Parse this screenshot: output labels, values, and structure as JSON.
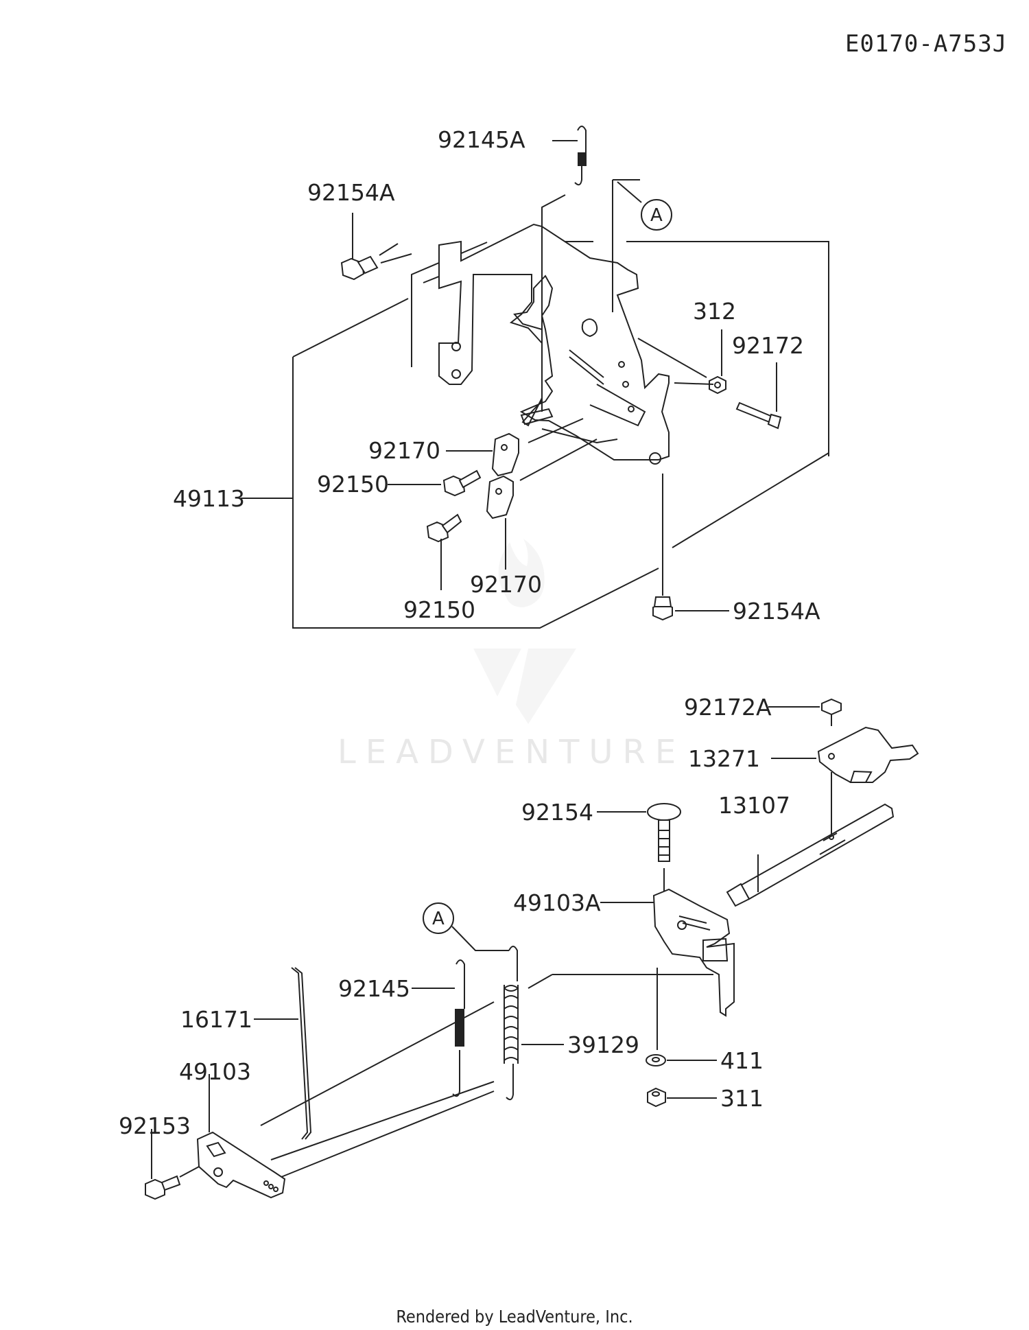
{
  "reference_code": "E0170-A753J",
  "watermark_text": "LEADVENTURE",
  "footer": "Rendered by LeadVenture, Inc.",
  "callouts": {
    "upper": "A",
    "lower": "A"
  },
  "part_labels": {
    "p92145A": "92145A",
    "p92154A_top": "92154A",
    "p312": "312",
    "p92172": "92172",
    "p92170_a": "92170",
    "p92150_a": "92150",
    "p49113": "49113",
    "p92150_b": "92150",
    "p92170_b": "92170",
    "p92154A_bottom": "92154A",
    "p92172A": "92172A",
    "p13271": "13271",
    "p92154": "92154",
    "p13107": "13107",
    "p49103A": "49103A",
    "p92145": "92145",
    "p16171": "16171",
    "p39129": "39129",
    "p49103": "49103",
    "p411": "411",
    "p92153": "92153",
    "p311": "311"
  }
}
